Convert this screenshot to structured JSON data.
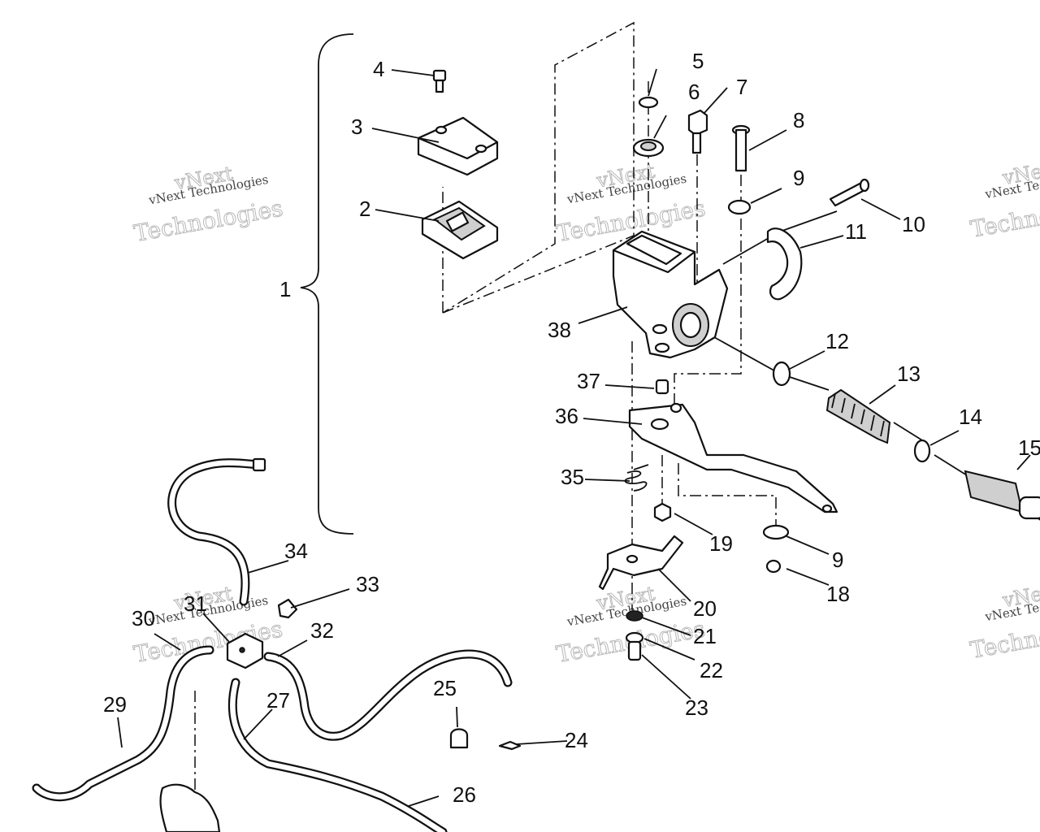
{
  "labels": {
    "l1": "1",
    "l2": "2",
    "l3": "3",
    "l4": "4",
    "l5": "5",
    "l6": "6",
    "l7": "7",
    "l8": "8",
    "l9a": "9",
    "l9b": "9",
    "l10": "10",
    "l11": "11",
    "l12": "12",
    "l13": "13",
    "l14": "14",
    "l15": "15",
    "l18": "18",
    "l19": "19",
    "l20": "20",
    "l21": "21",
    "l22": "22",
    "l23": "23",
    "l24": "24",
    "l25": "25",
    "l26": "26",
    "l27": "27",
    "l29": "29",
    "l30": "30",
    "l31": "31",
    "l32": "32",
    "l33": "33",
    "l34": "34",
    "l35": "35",
    "l36": "36",
    "l37": "37",
    "l38": "38"
  },
  "watermark": {
    "line1": "vNext",
    "line2": "Technologies",
    "caption": "vNext Technologies"
  },
  "colors": {
    "ink": "#111111",
    "paper": "#ffffff",
    "watermark": "#b8b8b8"
  }
}
